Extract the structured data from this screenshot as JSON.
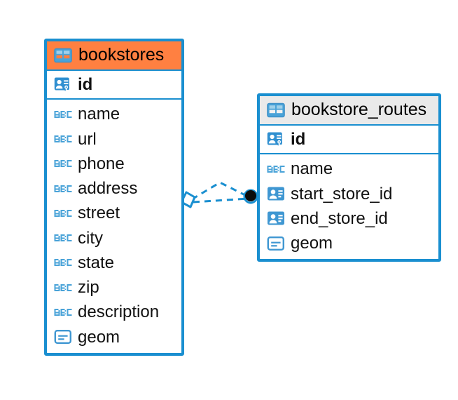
{
  "diagram": {
    "type": "entity-relationship-diagram",
    "background_color": "#ffffff",
    "accent_color": "#1a8fd0",
    "highlight_color": "#ff8041",
    "header_gray": "#eaeaea"
  },
  "entities": [
    {
      "name": "bookstores",
      "header_style": "accent-orange",
      "table_icon": "table-icon",
      "primary_key": {
        "label": "id",
        "icon": "primary-key-icon"
      },
      "fields": [
        {
          "label": "name",
          "icon": "text-type-icon"
        },
        {
          "label": "url",
          "icon": "text-type-icon"
        },
        {
          "label": "phone",
          "icon": "text-type-icon"
        },
        {
          "label": "address",
          "icon": "text-type-icon"
        },
        {
          "label": "street",
          "icon": "text-type-icon"
        },
        {
          "label": "city",
          "icon": "text-type-icon"
        },
        {
          "label": "state",
          "icon": "text-type-icon"
        },
        {
          "label": "zip",
          "icon": "text-type-icon"
        },
        {
          "label": "description",
          "icon": "text-type-icon"
        },
        {
          "label": "geom",
          "icon": "geometry-type-icon"
        }
      ]
    },
    {
      "name": "bookstore_routes",
      "header_style": "accent-gray",
      "table_icon": "table-icon",
      "primary_key": {
        "label": "id",
        "icon": "primary-key-icon"
      },
      "fields": [
        {
          "label": "name",
          "icon": "text-type-icon"
        },
        {
          "label": "start_store_id",
          "icon": "foreign-key-icon"
        },
        {
          "label": "end_store_id",
          "icon": "foreign-key-icon"
        },
        {
          "label": "geom",
          "icon": "geometry-type-icon"
        }
      ]
    }
  ],
  "relationship": {
    "source_entity": "bookstores",
    "target_entity": "bookstore_routes",
    "source_marker": "diamond-marker",
    "target_marker": "filled-circle-marker",
    "line_style": "dashed",
    "line_color": "#1a8fd0"
  }
}
